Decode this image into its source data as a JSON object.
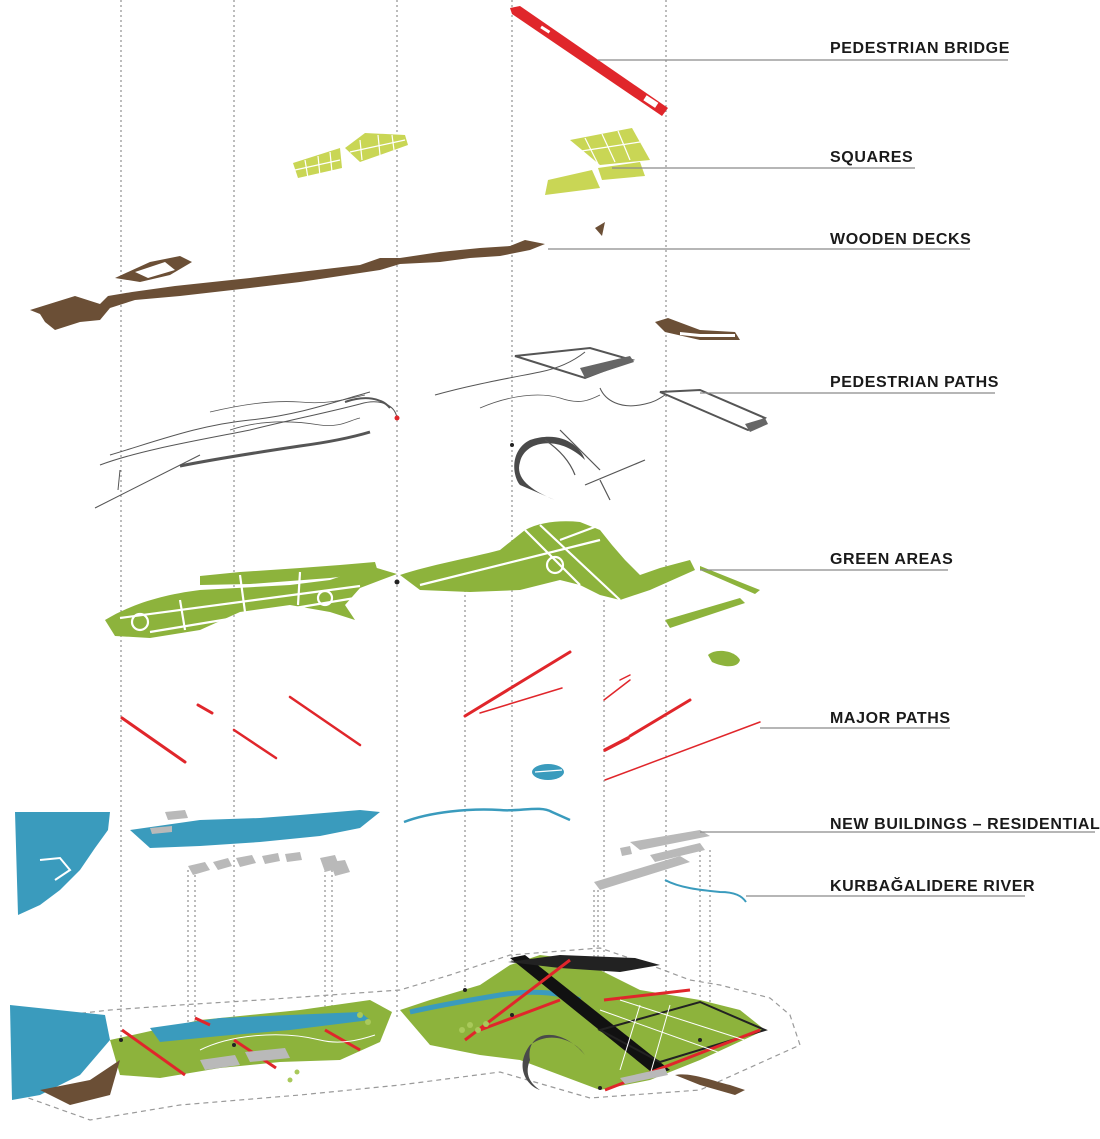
{
  "layers": [
    {
      "label": "PEDESTRIAN BRIDGE"
    },
    {
      "label": "SQUARES"
    },
    {
      "label": "WOODEN DECKS"
    },
    {
      "label": "PEDESTRIAN PATHS"
    },
    {
      "label": "GREEN AREAS"
    },
    {
      "label": "MAJOR PATHS"
    },
    {
      "label": "NEW BUILDINGS – RESIDENTIAL"
    },
    {
      "label": "KURBAĞALIDERE RIVER"
    }
  ],
  "colors": {
    "bridge": "#e0262b",
    "squares": "#c9d655",
    "wooden_decks": "#6b4f36",
    "paths": "#555555",
    "green": "#8db33c",
    "major_paths": "#e0262b",
    "buildings": "#b9b9b9",
    "river": "#3a9bbd"
  }
}
